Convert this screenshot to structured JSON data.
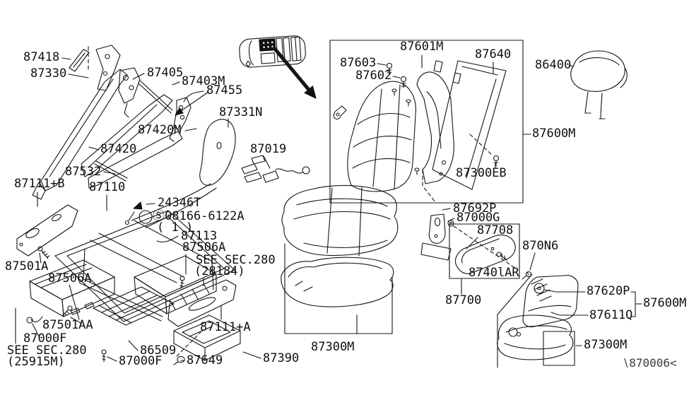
{
  "diagram": {
    "labels": {
      "a87418": "87418",
      "a87330": "87330",
      "a87405": "87405",
      "a87403m": "87403M",
      "a87455": "87455",
      "a87331n": "87331N",
      "a87420m": "87420M",
      "a87420": "87420",
      "a87532": "87532",
      "a87111b": "87111+B",
      "a87110": "87110",
      "a24346t": "24346T",
      "a08166": "Ⓢ08166-6122A",
      "qty1": "( 1 )",
      "a87113": "87113",
      "a87506a_r": "87506A",
      "see_r1": "SEE SEC.280",
      "see_r2": "(28184)",
      "a87501a": "87501A",
      "a87506a_l": "87506A",
      "a87501aa": "87501AA",
      "a87000f_l": "87000F",
      "see_l1": "SEE SEC.280",
      "see_l2": "(25915M)",
      "a86509": "86509",
      "a87000f_b": "87000F",
      "a87649": "87649",
      "a87390": "87390",
      "a87111a": "87111+A",
      "a87300m_c": "87300M",
      "a87019": "87019",
      "a87601m": "87601M",
      "a87603": "87603",
      "a87602": "87602",
      "a87640": "87640",
      "a86400": "86400",
      "a87600m_t": "87600M",
      "a87300eb": "87300EB",
      "a87692p": "87692P",
      "a87000g": "87000G",
      "a87708": "87708",
      "a870n6": "870N6",
      "a8740lar": "8740lAR",
      "a87700": "87700",
      "a87620p": "87620P",
      "a87600m_b": "87600M",
      "a87611q": "87611Q",
      "a87300m_b": "87300M",
      "code": "∖870006<"
    }
  }
}
